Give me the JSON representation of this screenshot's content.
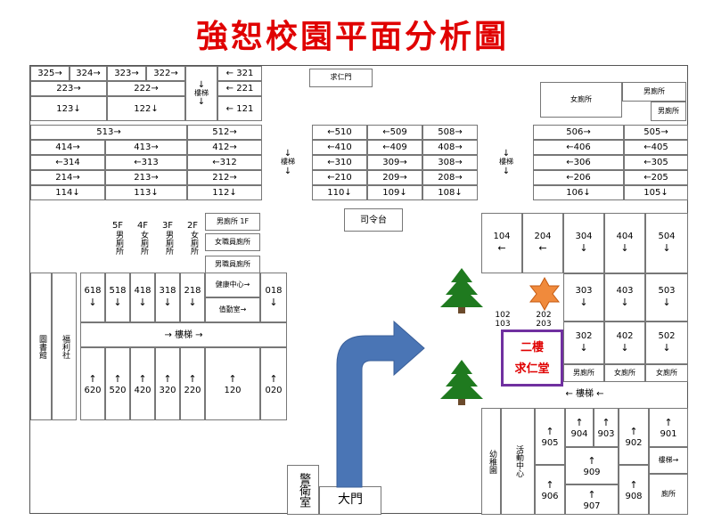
{
  "title": "強恕校園平面分析圖",
  "upper_block": {
    "row1": [
      "325→",
      "324→",
      "323→",
      "322→",
      "← 321"
    ],
    "row2": [
      "223→",
      "222→",
      "← 221"
    ],
    "row3": [
      "123↓",
      "122↓",
      "← 121"
    ],
    "stairs": "樓梯",
    "down": "↓",
    "row4": [
      "513→",
      "512→"
    ],
    "row5": [
      "414→",
      "413→",
      "412→"
    ],
    "row6": [
      "←314",
      "←313",
      "←312"
    ],
    "row7": [
      "214→",
      "213→",
      "212→"
    ],
    "row8": [
      "114↓",
      "113↓",
      "112↓"
    ]
  },
  "gate_top": "求仁門",
  "mid_block": {
    "col1": [
      "←510",
      "←410",
      "←310",
      "←210",
      "110↓"
    ],
    "col2": [
      "←509",
      "←409",
      "309→",
      "209→",
      "109↓"
    ],
    "col3": [
      "508→",
      "408→",
      "308→",
      "208→",
      "108↓"
    ],
    "stairs": "樓梯"
  },
  "right_upper": {
    "toilet_f": "女廁所",
    "toilet_m": "男廁所",
    "toilet_m2": "男廁所",
    "row1": [
      "506→",
      "505→"
    ],
    "row2": [
      "←406",
      "←405"
    ],
    "row3": [
      "←306",
      "←305"
    ],
    "row4": [
      "←206",
      "←205"
    ],
    "row5": [
      "106↓",
      "105↓"
    ],
    "stairs": "樓梯"
  },
  "podium": "司令台",
  "left_block": {
    "floors": [
      {
        "label": "5F",
        "text": "男廁所"
      },
      {
        "label": "4F",
        "text": "女廁所"
      },
      {
        "label": "3F",
        "text": "男廁所"
      },
      {
        "label": "2F",
        "text": "女廁所"
      }
    ],
    "toilet_1f": "男廁所 1F",
    "staff_f": "女職員廁所",
    "staff_m": "男職員廁所",
    "library": "圖書館",
    "welfare": "福利社",
    "top_rooms": [
      "618",
      "518",
      "418",
      "318",
      "218"
    ],
    "health": "健康中心→",
    "duty": "值勤室→",
    "r018": "018",
    "corridor": "→ 樓梯 →",
    "bottom_rooms": [
      "620",
      "520",
      "420",
      "320",
      "220",
      "120",
      "020"
    ]
  },
  "right_block": {
    "top": [
      {
        "num": "104",
        "arrow": "←"
      },
      {
        "num": "204",
        "arrow": "←"
      },
      {
        "num": "304",
        "arrow": "↓"
      },
      {
        "num": "404",
        "arrow": "↓"
      },
      {
        "num": "504",
        "arrow": "↓"
      }
    ],
    "mid": [
      {
        "num": "303",
        "arrow": "↓"
      },
      {
        "num": "403",
        "arrow": "↓"
      },
      {
        "num": "503",
        "arrow": "↓"
      }
    ],
    "lower": [
      {
        "num": "302",
        "arrow": "↓"
      },
      {
        "num": "402",
        "arrow": "↓"
      },
      {
        "num": "502",
        "arrow": "↓"
      }
    ],
    "left_nums": [
      "102",
      "103",
      "202",
      "203"
    ],
    "toilets": [
      "男廁所",
      "女廁所",
      "女廁所"
    ],
    "corridor": "← 樓梯 ←",
    "activity": "活動中心",
    "kindergarten": "幼稚園",
    "rooms": [
      "905",
      "904",
      "903",
      "902",
      "901",
      "909",
      "906",
      "907",
      "908"
    ],
    "stairs_r": "樓梯→",
    "toilet": "廁所"
  },
  "highlight": {
    "line1": "二樓",
    "line2": "求仁堂"
  },
  "guard": "警衛室",
  "main_gate": "大門",
  "colors": {
    "title": "#e00000",
    "arrow": "#4a75b5",
    "tree": "#1f7a1f",
    "star": "#f08a3c",
    "highlight": "#7030a0"
  }
}
